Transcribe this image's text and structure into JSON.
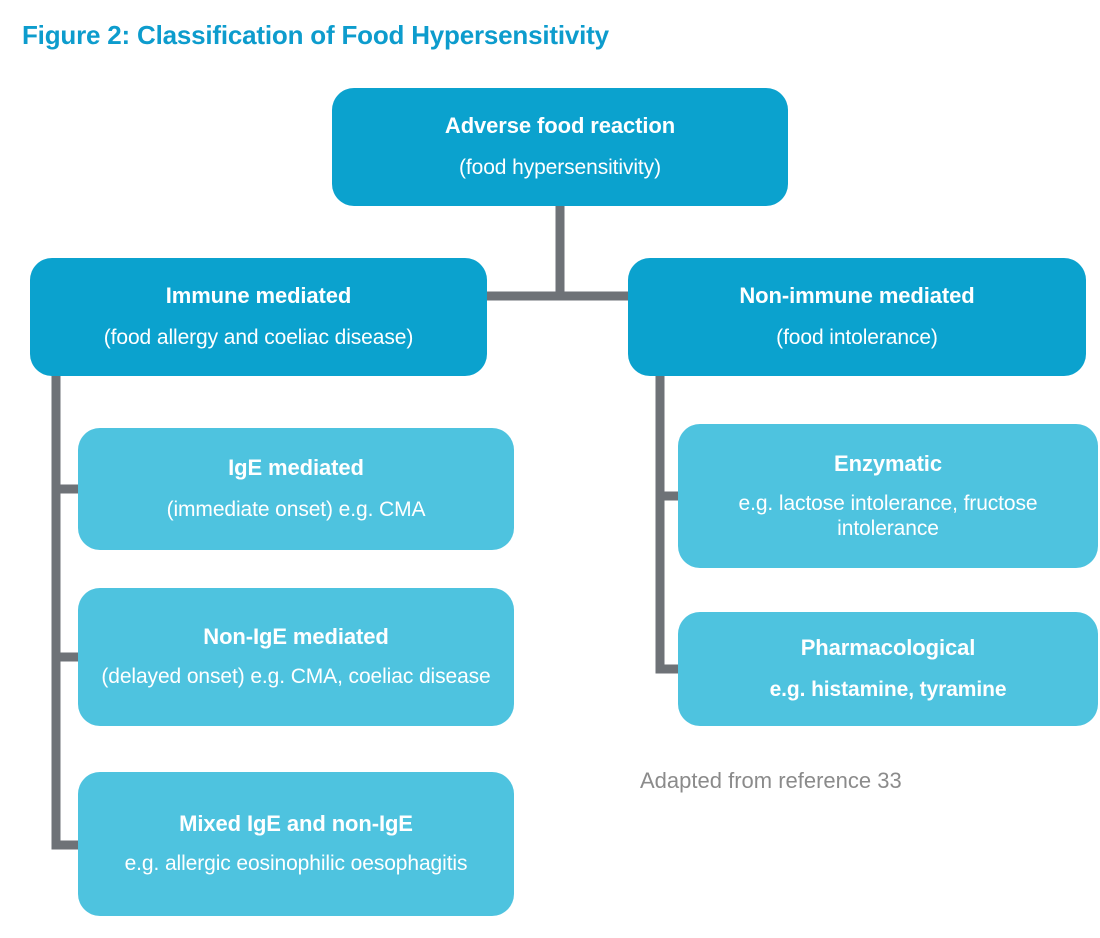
{
  "figure": {
    "title": "Figure 2: Classification of Food Hypersensitivity",
    "caption": "Adapted from reference 33",
    "colors": {
      "title": "#0d9ccd",
      "level1_box": "#0ba2ce",
      "level2_box": "#0ba2ce",
      "level3_box": "#4ec3df",
      "connector": "#6e7277",
      "box_text": "#ffffff",
      "caption_text": "#8b8b8b",
      "background": "#ffffff"
    }
  },
  "nodes": {
    "root": {
      "main": "Adverse food reaction",
      "sub": "(food hypersensitivity)"
    },
    "immune": {
      "main": "Immune mediated",
      "sub": "(food allergy and coeliac disease)"
    },
    "nonimmune": {
      "main": "Non-immune mediated",
      "sub": "(food intolerance)"
    },
    "ige": {
      "main": "IgE mediated",
      "sub": "(immediate onset) e.g. CMA"
    },
    "nonige": {
      "main": "Non-IgE mediated",
      "sub": "(delayed onset) e.g. CMA, coeliac disease"
    },
    "mixed": {
      "main": "Mixed IgE and non-IgE",
      "sub": "e.g. allergic eosinophilic oesophagitis"
    },
    "enzymatic": {
      "main": "Enzymatic",
      "sub": "e.g. lactose intolerance, fructose intolerance"
    },
    "pharmacological": {
      "main": "Pharmacological",
      "sub": "e.g. histamine, tyramine"
    }
  },
  "chart_data": {
    "type": "diagram",
    "title": "Figure 2: Classification of Food Hypersensitivity",
    "layout": "hierarchical tree, top-down with side brackets",
    "levels": [
      {
        "level": 1,
        "items": [
          "Adverse food reaction (food hypersensitivity)"
        ]
      },
      {
        "level": 2,
        "items": [
          "Immune mediated (food allergy and coeliac disease)",
          "Non-immune mediated (food intolerance)"
        ]
      },
      {
        "level": 3,
        "parent": "Immune mediated",
        "items": [
          "IgE mediated (immediate onset) e.g. CMA",
          "Non-IgE mediated (delayed onset) e.g. CMA, coeliac disease",
          "Mixed IgE and non-IgE e.g. allergic eosinophilic oesophagitis"
        ]
      },
      {
        "level": 3,
        "parent": "Non-immune mediated",
        "items": [
          "Enzymatic e.g. lactose intolerance, fructose intolerance",
          "Pharmacological e.g. histamine, tyramine"
        ]
      }
    ],
    "edges": [
      [
        "Adverse food reaction",
        "Immune mediated"
      ],
      [
        "Adverse food reaction",
        "Non-immune mediated"
      ],
      [
        "Immune mediated",
        "IgE mediated"
      ],
      [
        "Immune mediated",
        "Non-IgE mediated"
      ],
      [
        "Immune mediated",
        "Mixed IgE and non-IgE"
      ],
      [
        "Non-immune mediated",
        "Enzymatic"
      ],
      [
        "Non-immune mediated",
        "Pharmacological"
      ]
    ],
    "annotation": "Adapted from reference 33"
  }
}
